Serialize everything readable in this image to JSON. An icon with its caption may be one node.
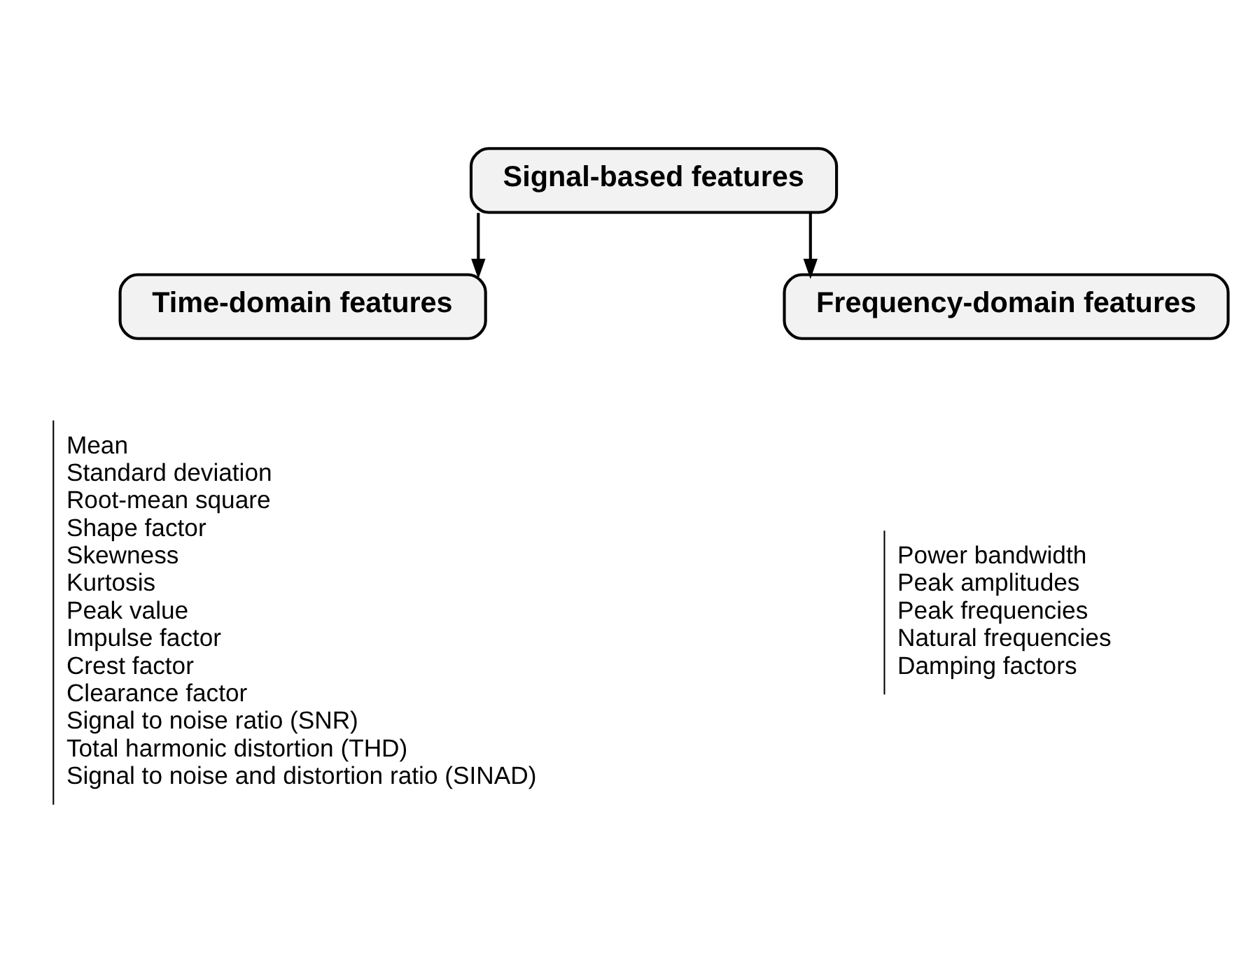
{
  "diagram": {
    "nodes": [
      {
        "text": [
          "Signal-based features"
        ]
      },
      {
        "text": [
          "Time-domain features"
        ],
        "beside": [
          "Mean",
          "Standard deviation",
          "Root-mean square",
          "Shape factor",
          "Skewness",
          "Kurtosis",
          "Peak value",
          "Impulse factor",
          "Crest factor",
          "Clearance factor",
          "Signal to noise ratio (SNR)",
          "Total harmonic distortion (THD)",
          "Signal to noise and distortion ratio (SINAD)"
        ]
      },
      {
        "text": [
          "Frequency-domain features"
        ],
        "beside": [
          "Power bandwidth",
          "Peak amplitudes",
          "Peak frequencies",
          "Natural frequencies",
          "Damping factors"
        ]
      }
    ],
    "edges": [
      {
        "from": 0,
        "to": 1,
        "arrow": "to"
      },
      {
        "from": 0,
        "to": 2,
        "arrow": "to"
      }
    ]
  }
}
